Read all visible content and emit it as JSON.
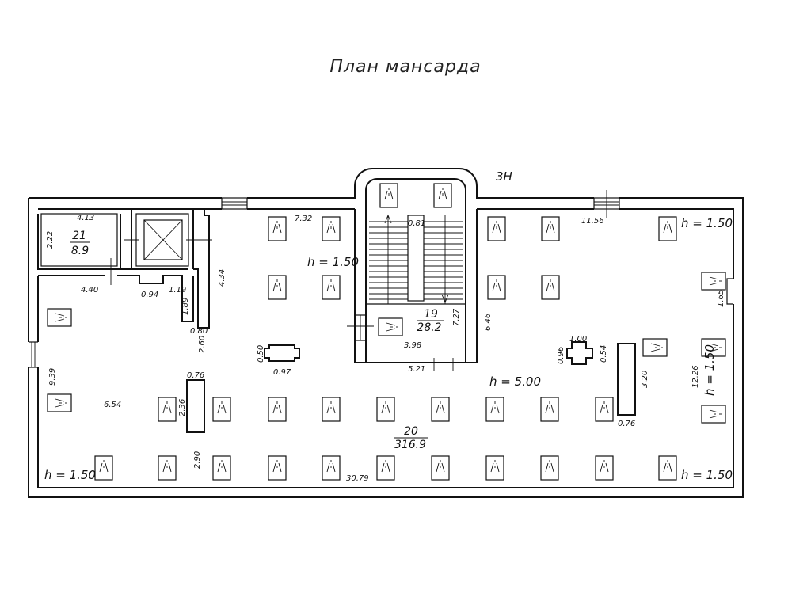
{
  "title": "План мансарда",
  "axis_mark": "3Н",
  "rooms": {
    "r21": {
      "number": "21",
      "area": "8.9"
    },
    "r19": {
      "number": "19",
      "area": "28.2"
    },
    "r20": {
      "number": "20",
      "area": "316.9"
    }
  },
  "heights": {
    "h_center": "h = 1.50",
    "h_top_right": "h = 1.50",
    "h_main": "h = 5.00",
    "h_bottom_left": "h = 1.50",
    "h_bottom_right": "h = 1.50",
    "h_right_vertical": "h = 1.50"
  },
  "dimensions": {
    "d_4_13": "4.13",
    "d_2_22": "2.22",
    "d_7_32": "7.32",
    "d_0_81": "0.81",
    "d_11_56": "11.56",
    "d_4_40": "4.40",
    "d_0_94": "0.94",
    "d_1_19": "1.19",
    "d_1_89": "1.89",
    "d_4_34": "4.34",
    "d_0_80": "0.80",
    "d_2_60": "2.60",
    "d_0_50": "0.50",
    "d_0_97": "0.97",
    "d_7_27": "7.27",
    "d_6_46": "6.46",
    "d_3_98": "3.98",
    "d_5_21": "5.21",
    "d_1_00": "1.00",
    "d_0_96": "0.96",
    "d_0_54": "0.54",
    "d_1_65": "1.65",
    "d_3_20": "3.20",
    "d_12_26": "12.26",
    "d_9_39": "9.39",
    "d_6_54": "6.54",
    "d_0_76a": "0.76",
    "d_2_36": "2.36",
    "d_0_76b": "0.76",
    "d_2_90": "2.90",
    "d_30_79": "30.79"
  }
}
